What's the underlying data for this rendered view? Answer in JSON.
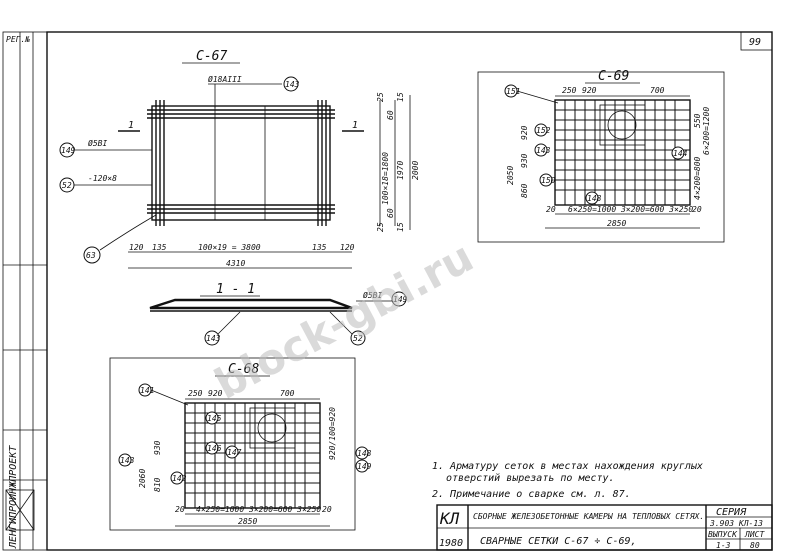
{
  "sheet": {
    "page_number": "99",
    "top_left_code": "РЕГ.№",
    "sidebar_org": "ЛЕНГИПРОИНЖПРОЕКТ",
    "watermark": "block-gbi.ru"
  },
  "c67": {
    "title": "С-67",
    "section_mark": "1",
    "rebar_top": "Ø18АIII",
    "callout_143": "143",
    "callout_149": "149",
    "callout_52": "52",
    "callout_63": "63",
    "rebar_left": "Ø5ВI",
    "bar_left": "-120×8",
    "dim_bottom": "100×19 = 3800",
    "dim_120a": "120",
    "dim_135a": "135",
    "dim_135b": "135",
    "dim_120b": "120",
    "dim_total": "4310",
    "dim_right_1": "100×18=1800",
    "dim_right_2": "1970",
    "dim_right_3": "2000",
    "dim_r_15a": "15",
    "dim_r_60a": "60",
    "dim_r_25a": "25",
    "dim_r_60b": "60",
    "dim_r_15b": "15",
    "dim_r_25b": "25"
  },
  "section11": {
    "title": "1 - 1",
    "rebar": "Ø5ВI",
    "callout_149": "149",
    "callout_143": "143",
    "callout_52": "52"
  },
  "c69": {
    "title": "С-69",
    "callout_151": "151",
    "callout_152": "152",
    "callout_143": "143",
    "callout_150": "150",
    "callout_144": "144",
    "callout_148": "148",
    "dim_250": "250",
    "dim_920": "920",
    "dim_700": "700",
    "dim_2050": "2050",
    "dim_920v": "920",
    "dim_930": "930",
    "dim_860": "860",
    "dim_550": "550",
    "dim_right": "6×200=1200",
    "dim_right2": "4×200=800",
    "dim_bottom": "6×250=1000 3×200=600 3×250",
    "dim_20a": "20",
    "dim_20b": "20",
    "dim_total": "2850"
  },
  "c68": {
    "title": "С-68",
    "callout_141": "141",
    "callout_143": "143",
    "callout_145": "145",
    "callout_146": "146",
    "callout_147": "147",
    "callout_142": "142",
    "callout_148": "148",
    "callout_149": "149",
    "dim_250": "250",
    "dim_920": "920",
    "dim_700": "700",
    "dim_2060": "2060",
    "dim_930": "930",
    "dim_810": "810",
    "dim_right": "920/100=920",
    "dim_bottom": "4×250=1000 3×200=600 3×250",
    "dim_20a": "20",
    "dim_20b": "20",
    "dim_total": "2850"
  },
  "notes": {
    "note1_line1": "1. Арматуру сеток в местах нахождения круглых",
    "note1_line2": "отверстий вырезать по месту.",
    "note2": "2. Примечание о сварке см. л. 87."
  },
  "stamp": {
    "code": "КЛ",
    "year": "1980",
    "title_line1": "СБОРНЫЕ ЖЕЛЕЗОБЕТОННЫЕ КАМЕРЫ НА ТЕПЛОВЫХ СЕТЯХ.",
    "title_line2": "СВАРНЫЕ СЕТКИ С-67 ÷ С-69,",
    "series_label": "СЕРИЯ",
    "series_value": "3.903 КЛ-13",
    "issue_label": "ВЫПУСК",
    "issue_value": "1-3",
    "sheet_label": "ЛИСТ",
    "sheet_value": "80"
  }
}
